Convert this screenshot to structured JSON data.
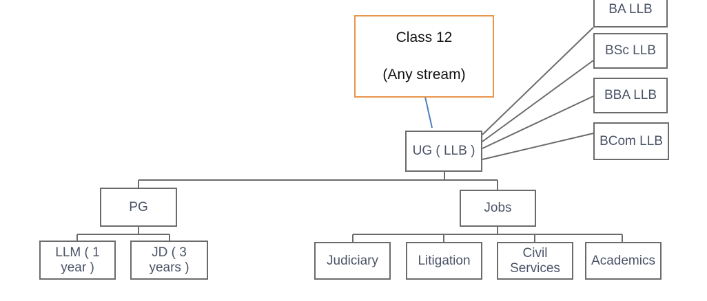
{
  "diagram": {
    "class12": {
      "line1": "Class 12",
      "line2": "(Any stream)"
    },
    "ug": "UG ( LLB )",
    "ug_programs": [
      "BA LLB",
      "BSc LLB",
      "BBA LLB",
      "BCom LLB"
    ],
    "pg": "PG",
    "pg_programs": [
      "LLM ( 1\nyear )",
      "JD ( 3\nyears )"
    ],
    "jobs": "Jobs",
    "job_types": [
      "Judiciary",
      "Litigation",
      "Civil\nServices",
      "Academics"
    ]
  },
  "colors": {
    "root_border": "#e9954a",
    "box_border": "#6b6b6b",
    "connector_to_root": "#4a7fc0",
    "text": "#4a5266"
  }
}
